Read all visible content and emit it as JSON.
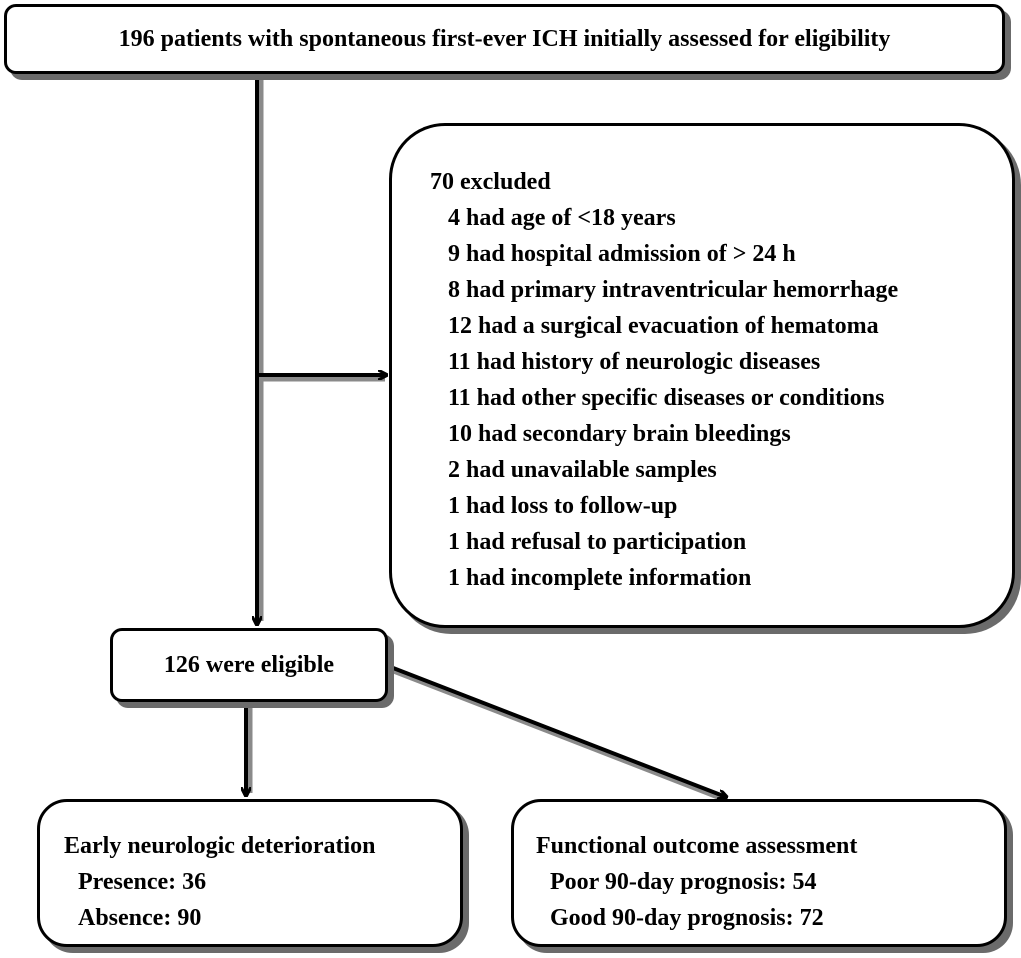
{
  "top_box": {
    "text": "196 patients with spontaneous first-ever ICH initially assessed for eligibility"
  },
  "excluded": {
    "header": "70 excluded",
    "items": [
      "4 had age of <18 years",
      "9 had hospital admission of > 24 h",
      "8 had primary intraventricular hemorrhage",
      "12 had a surgical evacuation of hematoma",
      "11 had history of neurologic diseases",
      "11 had other specific diseases or conditions",
      "10 had secondary brain bleedings",
      "2 had unavailable samples",
      "1 had loss to follow-up",
      "1 had refusal to participation",
      "1 had incomplete information"
    ]
  },
  "eligible": {
    "text": "126 were eligible"
  },
  "end": {
    "header": "Early neurologic deterioration",
    "presence": "Presence: 36",
    "absence": "Absence: 90"
  },
  "outcome": {
    "header": "Functional outcome assessment",
    "poor": "Poor 90-day prognosis: 54",
    "good": "Good 90-day prognosis: 72"
  }
}
